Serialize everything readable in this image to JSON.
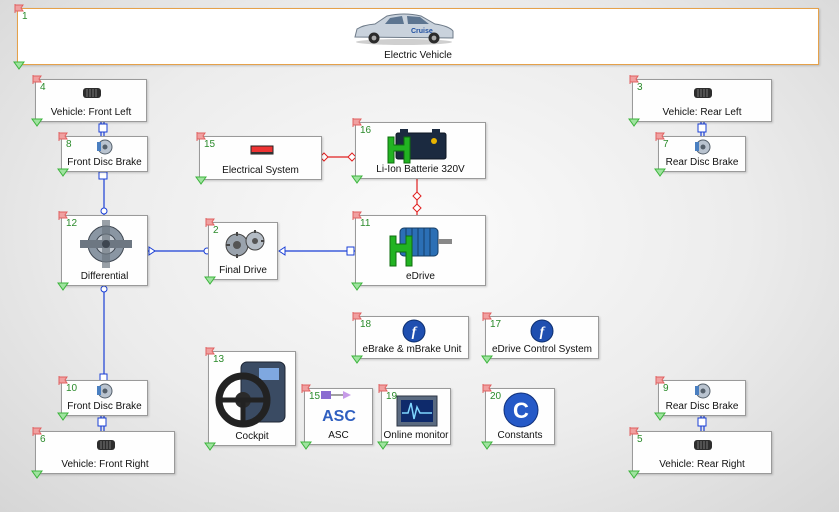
{
  "title_block": {
    "number": "1",
    "label": "Electric Vehicle"
  },
  "blocks": {
    "b4": {
      "number": "4",
      "label": "Vehicle: Front Left"
    },
    "b8": {
      "number": "8",
      "label": "Front Disc Brake"
    },
    "b15": {
      "number": "15",
      "label": "Electrical System"
    },
    "b16": {
      "number": "16",
      "label": "Li-Ion Batterie 320V"
    },
    "b3": {
      "number": "3",
      "label": "Vehicle: Rear Left"
    },
    "b7": {
      "number": "7",
      "label": "Rear Disc Brake"
    },
    "b12": {
      "number": "12",
      "label": "Differential"
    },
    "b2": {
      "number": "2",
      "label": "Final Drive"
    },
    "b11": {
      "number": "11",
      "label": "eDrive"
    },
    "b18": {
      "number": "18",
      "label": "eBrake & mBrake Unit"
    },
    "b17": {
      "number": "17",
      "label": "eDrive Control System"
    },
    "b13": {
      "number": "13",
      "label": "Cockpit"
    },
    "b15a": {
      "number": "15",
      "label": "ASC"
    },
    "b19": {
      "number": "19",
      "label": "Online monitor"
    },
    "b20": {
      "number": "20",
      "label": "Constants"
    },
    "b10": {
      "number": "10",
      "label": "Front Disc Brake"
    },
    "b6": {
      "number": "6",
      "label": "Vehicle: Front Right"
    },
    "b9": {
      "number": "9",
      "label": "Rear Disc Brake"
    },
    "b5": {
      "number": "5",
      "label": "Vehicle: Rear Right"
    }
  },
  "icon_text": {
    "asc": "ASC",
    "car_logo": "Cruise"
  },
  "colors": {
    "mechanical_wire": "#1a3fd6",
    "electrical_wire": "#e02020",
    "port_green": "#3cb43c",
    "flag_red": "#e06060"
  }
}
